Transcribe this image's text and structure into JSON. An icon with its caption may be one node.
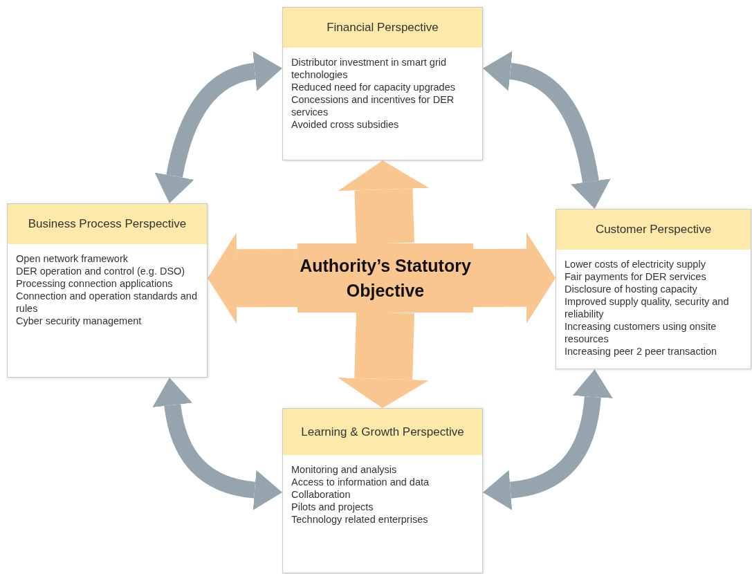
{
  "diagram": {
    "nodes": [
      {
        "text": [
          "Financial Perspective",
          "Distributor investment in smart grid technologies",
          "Reduced need for capacity upgrades",
          "Concessions and incentives for DER services",
          "Avoided cross subsidies"
        ]
      },
      {
        "text": [
          "Business Process Perspective",
          "Open network framework",
          "DER operation and control (e.g. DSO)",
          "Processing connection applications",
          "Connection and operation standards and rules",
          "Cyber security management"
        ]
      },
      {
        "text": [
          "Authority’s Statutory Objective"
        ]
      },
      {
        "text": [
          "Customer Perspective",
          "Lower costs of electricity supply",
          "Fair payments for DER services",
          "Disclosure of hosting capacity",
          "Improved supply quality, security and reliability",
          "Increasing customers using onsite resources",
          "Increasing peer 2 peer transaction"
        ]
      },
      {
        "text": [
          "Learning & Growth Perspective",
          "Monitoring and analysis",
          "Access to information and data",
          "Collaboration",
          "Pilots and projects",
          "Technology related enterprises"
        ]
      }
    ],
    "edges": [
      {
        "from": 2,
        "to": 0,
        "arrow": "to",
        "style": "thick",
        "color": "#fac68f"
      },
      {
        "from": 2,
        "to": 1,
        "arrow": "to",
        "style": "thick",
        "color": "#fac68f"
      },
      {
        "from": 2,
        "to": 3,
        "arrow": "to",
        "style": "thick",
        "color": "#fac68f"
      },
      {
        "from": 2,
        "to": 4,
        "arrow": "to",
        "style": "thick",
        "color": "#fac68f"
      },
      {
        "from": 0,
        "to": 1,
        "arrow": "both",
        "color": "#95a4ad"
      },
      {
        "from": 0,
        "to": 3,
        "arrow": "both",
        "color": "#95a4ad"
      },
      {
        "from": 1,
        "to": 4,
        "arrow": "both",
        "color": "#95a4ad"
      },
      {
        "from": 3,
        "to": 4,
        "arrow": "both",
        "color": "#95a4ad"
      }
    ]
  }
}
